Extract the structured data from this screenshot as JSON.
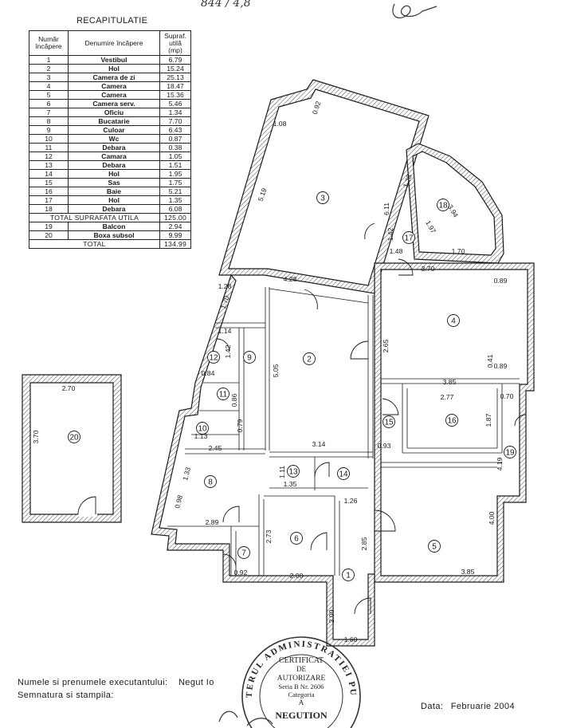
{
  "top_note": "844 / 4,8",
  "recap": {
    "title": "RECAPITULATIE",
    "headers": {
      "col1": "Număr încăpere",
      "col2": "Denumire încăpere",
      "col3": "Supraf. utilă (mp)"
    },
    "rows": [
      {
        "nr": "1",
        "name": "Vestibul",
        "area": "6.79"
      },
      {
        "nr": "2",
        "name": "Hol",
        "area": "15.24"
      },
      {
        "nr": "3",
        "name": "Camera de zi",
        "area": "25.13"
      },
      {
        "nr": "4",
        "name": "Camera",
        "area": "18.47"
      },
      {
        "nr": "5",
        "name": "Camera",
        "area": "15.36"
      },
      {
        "nr": "6",
        "name": "Camera serv.",
        "area": "5.46"
      },
      {
        "nr": "7",
        "name": "Oficiu",
        "area": "1.34"
      },
      {
        "nr": "8",
        "name": "Bucatarie",
        "area": "7.70"
      },
      {
        "nr": "9",
        "name": "Culoar",
        "area": "6.43"
      },
      {
        "nr": "10",
        "name": "Wc",
        "area": "0.87"
      },
      {
        "nr": "11",
        "name": "Debara",
        "area": "0.38"
      },
      {
        "nr": "12",
        "name": "Camara",
        "area": "1.05"
      },
      {
        "nr": "13",
        "name": "Debara",
        "area": "1.51"
      },
      {
        "nr": "14",
        "name": "Hol",
        "area": "1.95"
      },
      {
        "nr": "15",
        "name": "Sas",
        "area": "1.75"
      },
      {
        "nr": "16",
        "name": "Baie",
        "area": "5.21"
      },
      {
        "nr": "17",
        "name": "Hol",
        "area": "1.35"
      },
      {
        "nr": "18",
        "name": "Debara",
        "area": "6.08"
      }
    ],
    "total_useful": {
      "label": "TOTAL SUPRAFATA UTILA",
      "area": "125.00"
    },
    "extra_rows": [
      {
        "nr": "19",
        "name": "Balcon",
        "area": "2.94"
      },
      {
        "nr": "20",
        "name": "Boxa subsol",
        "area": "9.99"
      }
    ],
    "total": {
      "label": "TOTAL",
      "area": "134.99"
    }
  },
  "plan": {
    "room_numbers": [
      "1",
      "2",
      "3",
      "4",
      "5",
      "6",
      "7",
      "8",
      "9",
      "10",
      "11",
      "12",
      "13",
      "14",
      "15",
      "16",
      "17",
      "18",
      "19",
      "20"
    ],
    "dimensions": [
      "0.92",
      "1.08",
      "5.19",
      "6.11",
      "1.28",
      "3.94",
      "1.97",
      "1.42",
      "1.48",
      "1.70",
      "3.70",
      "0.89",
      "4.28",
      "1.28",
      "1.70",
      "1.14",
      "1.42",
      "0.84",
      "2.65",
      "5.05",
      "0.41",
      "0.89",
      "3.85",
      "2.77",
      "0.70",
      "0.86",
      "0.79",
      "1.13",
      "1.87",
      "4.19",
      "3.14",
      "0.93",
      "2.45",
      "1.33",
      "1.11",
      "1.35",
      "1.26",
      "0.98",
      "2.89",
      "2.73",
      "2.85",
      "4.00",
      "0.92",
      "2.00",
      "3.85",
      "2.00",
      "1.60",
      "2.70",
      "3.70"
    ]
  },
  "stamp": {
    "ring": "MINISTERUL ADMINISTRATIEI PUBLICE",
    "lines": [
      "CERTIFICAT",
      "DE",
      "AUTORIZARE",
      "Seria B Nr. 2606",
      "Categoria",
      "A"
    ],
    "bottom": "NEGUTION"
  },
  "footer": {
    "executant_label": "Numele si prenumele executantului:",
    "executant_value": "Negut Io",
    "signature_label": "Semnatura si stampila:",
    "date_label": "Data:",
    "date_value": "Februarie 2004"
  }
}
